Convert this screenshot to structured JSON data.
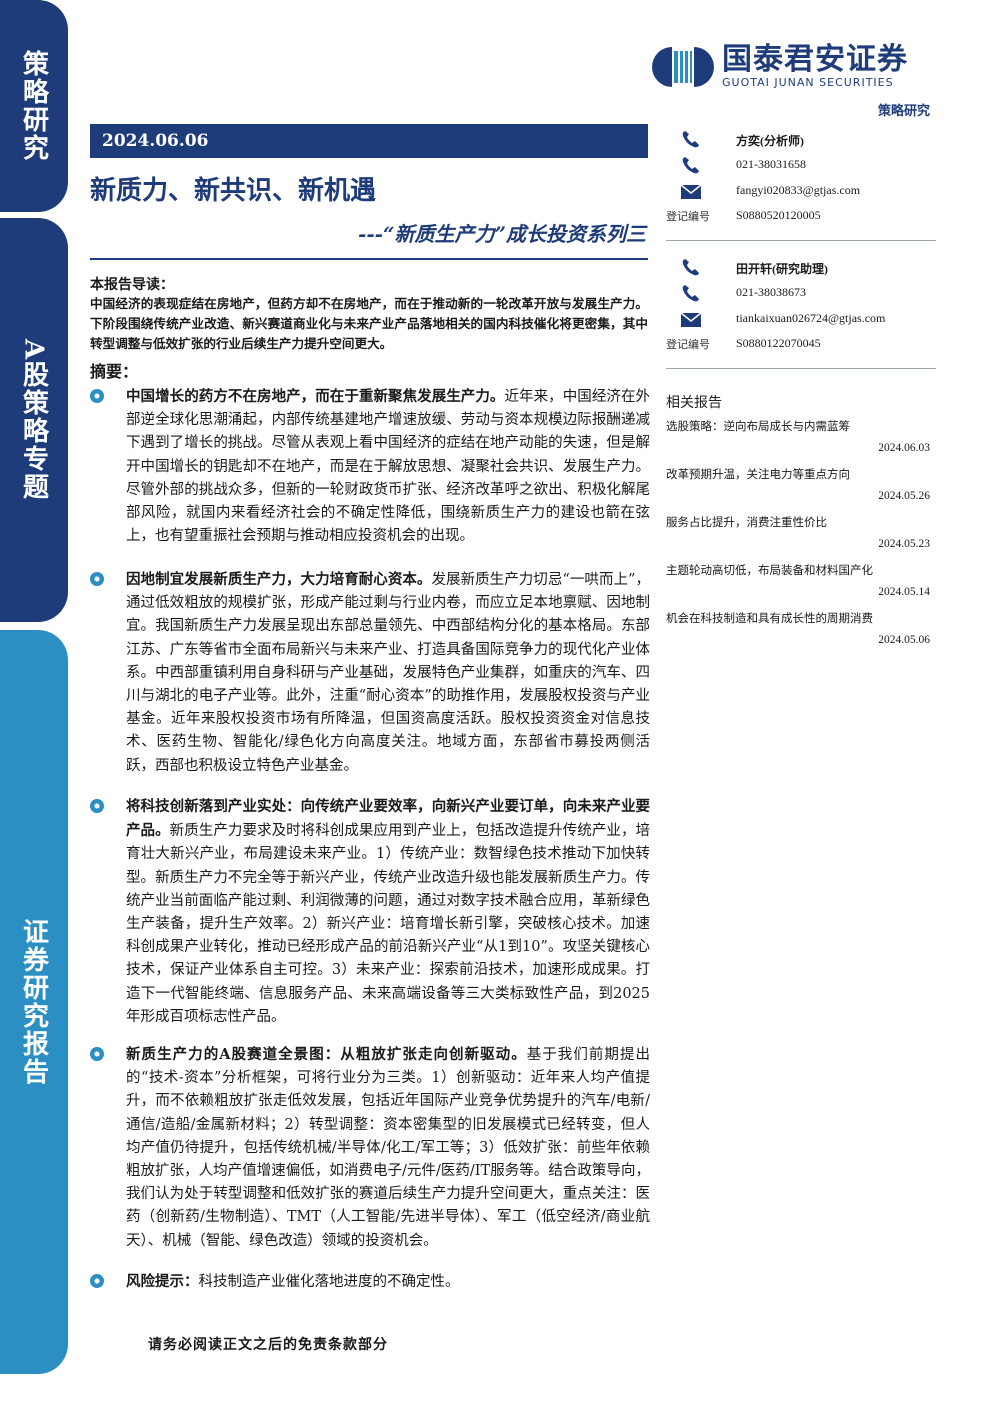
{
  "sidebar": {
    "tab1": "策略研究",
    "tab2": "A股策略专题",
    "tab3": "证券研究报告"
  },
  "brand": {
    "name_cn": "国泰君安证券",
    "name_en": "GUOTAI JUNAN SECURITIES",
    "color": "#1f3c7a",
    "accent": "#2c8fc4"
  },
  "report_type": "策略研究",
  "date": "2024.06.06",
  "title": "新质力、新共识、新机遇",
  "subtitle": "---“新质生产力”成长投资系列三",
  "analysts": [
    {
      "name": "方奕(分析师)",
      "phone": "021-38031658",
      "email": "fangyi020833@gtjas.com",
      "reg_label": "登记编号",
      "reg_no": "S0880520120005"
    },
    {
      "name": "田开轩(研究助理)",
      "phone": "021-38038673",
      "email": "tiankaixuan026724@gtjas.com",
      "reg_label": "登记编号",
      "reg_no": "S0880122070045"
    }
  ],
  "related": {
    "title": "相关报告",
    "items": [
      {
        "title": "选股策略：逆向布局成长与内需蓝筹",
        "date": "2024.06.03"
      },
      {
        "title": "改革预期升温，关注电力等重点方向",
        "date": "2024.05.26"
      },
      {
        "title": "服务占比提升，消费注重性价比",
        "date": "2024.05.23"
      },
      {
        "title": "主题轮动高切低，布局装备和材料国产化",
        "date": "2024.05.14"
      },
      {
        "title": "机会在科技制造和具有成长性的周期消费",
        "date": "2024.05.06"
      }
    ]
  },
  "lead": {
    "heading": "本报告导读：",
    "text": "中国经济的表现症结在房地产，但药方却不在房地产，而在于推动新的一轮改革开放与发展生产力。下阶段围绕传统产业改造、新兴赛道商业化与未来产业产品落地相关的国内科技催化将更密集，其中转型调整与低效扩张的行业后续生产力提升空间更大。"
  },
  "summary": {
    "heading": "摘要：",
    "bullets": [
      {
        "bold": "中国增长的药方不在房地产，而在于重新聚焦发展生产力。",
        "text": "近年来，中国经济在外部逆全球化思潮涌起，内部传统基建地产增速放缓、劳动与资本规模边际报酬递减下遇到了增长的挑战。尽管从表观上看中国经济的症结在地产动能的失速，但是解开中国增长的钥匙却不在地产，而是在于解放思想、凝聚社会共识、发展生产力。尽管外部的挑战众多，但新的一轮财政货币扩张、经济改革呼之欲出、积极化解尾部风险，就国内来看经济社会的不确定性降低，围绕新质生产力的建设也箭在弦上，也有望重振社会预期与推动相应投资机会的出现。"
      },
      {
        "bold": "因地制宜发展新质生产力，大力培育耐心资本。",
        "text": "发展新质生产力切忌“一哄而上”，通过低效粗放的规模扩张，形成产能过剩与行业内卷，而应立足本地禀赋、因地制宜。我国新质生产力发展呈现出东部总量领先、中西部结构分化的基本格局。东部江苏、广东等省市全面布局新兴与未来产业、打造具备国际竞争力的现代化产业体系。中西部重镇利用自身科研与产业基础，发展特色产业集群，如重庆的汽车、四川与湖北的电子产业等。此外，注重“耐心资本”的助推作用，发展股权投资与产业基金。近年来股权投资市场有所降温，但国资高度活跃。股权投资资金对信息技术、医药生物、智能化/绿色化方向高度关注。地域方面，东部省市募投两侧活跃，西部也积极设立特色产业基金。"
      },
      {
        "bold": "将科技创新落到产业实处：向传统产业要效率，向新兴产业要订单，向未来产业要产品。",
        "text": "新质生产力要求及时将科创成果应用到产业上，包括改造提升传统产业，培育壮大新兴产业，布局建设未来产业。1）传统产业：数智绿色技术推动下加快转型。新质生产力不完全等于新兴产业，传统产业改造升级也能发展新质生产力。传统产业当前面临产能过剩、利润微薄的问题，通过对数字技术融合应用，革新绿色生产装备，提升生产效率。2）新兴产业：培育增长新引擎，突破核心技术。加速科创成果产业转化，推动已经形成产品的前沿新兴产业“从1到10”。攻坚关键核心技术，保证产业体系自主可控。3）未来产业：探索前沿技术，加速形成成果。打造下一代智能终端、信息服务产品、未来高端设备等三大类标致性产品，到2025年形成百项标志性产品。"
      },
      {
        "bold": "新质生产力的A股赛道全景图：从粗放扩张走向创新驱动。",
        "text": "基于我们前期提出的“技术-资本”分析框架，可将行业分为三类。1）创新驱动：近年来人均产值提升，而不依赖粗放扩张走低效发展，包括近年国际产业竞争优势提升的汽车/电新/通信/造船/金属新材料；2）转型调整：资本密集型的旧发展模式已经转变，但人均产值仍待提升，包括传统机械/半导体/化工/军工等；3）低效扩张：前些年依赖粗放扩张，人均产值增速偏低，如消费电子/元件/医药/IT服务等。结合政策导向，我们认为处于转型调整和低效扩张的赛道后续生产力提升空间更大，重点关注：医药（创新药/生物制造）、TMT（人工智能/先进半导体）、军工（低空经济/商业航天）、机械（智能、绿色改造）领域的投资机会。"
      },
      {
        "bold": "风险提示：",
        "text": "科技制造产业催化落地进度的不确定性。"
      }
    ]
  },
  "footer": "请务必阅读正文之后的免责条款部分"
}
